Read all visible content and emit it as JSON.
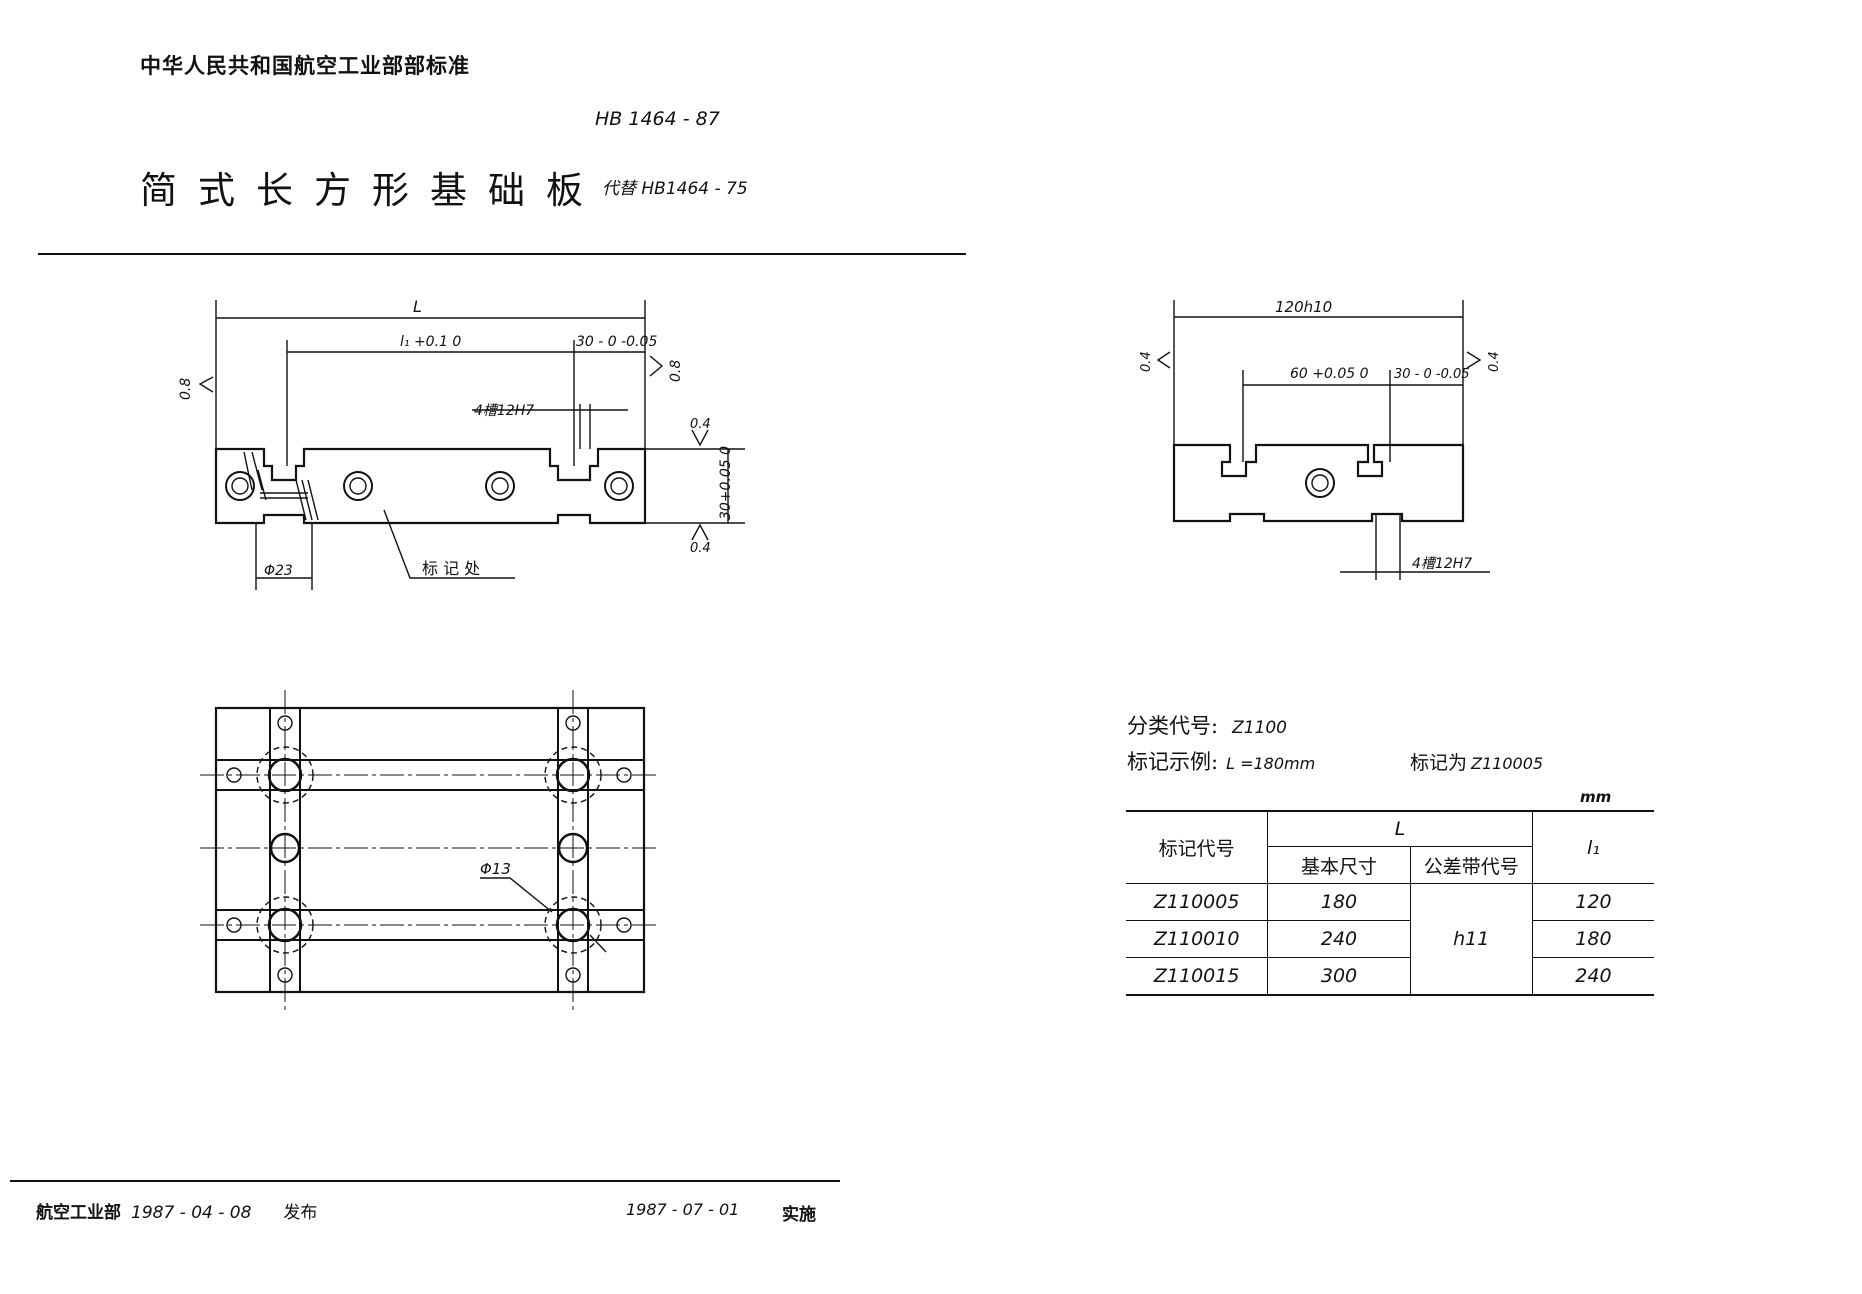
{
  "header": {
    "organization": "中华人民共和国航空工业部部标准",
    "standard_code": "HB 1464 - 87",
    "title": "简式长方形基础板",
    "replaces": "代替 HB1464 - 75"
  },
  "drawing_front": {
    "dim_L": "L",
    "dim_l1": "l₁ +0.1 0",
    "dim_30_tol": "30 - 0 -0.05",
    "slot_note": "4槽12H7",
    "dim_30_height": "30+0.05 0",
    "roughness_a": "0.8",
    "roughness_b": "0.8",
    "roughness_c": "0.4",
    "roughness_d": "0.4",
    "dim_phi23": "Φ23",
    "mark_label": "标 记 处"
  },
  "drawing_plan": {
    "dim_phi13": "Φ13"
  },
  "drawing_side": {
    "dim_width": "120h10",
    "dim_60": "60 +0.05 0",
    "dim_30": "30 - 0 -0.05",
    "roughness_left": "0.4",
    "roughness_right": "0.4",
    "slot_note": "4槽12H7"
  },
  "classification": {
    "label": "分类代号:",
    "code": "Z1100"
  },
  "marking_example": {
    "label": "标记示例:",
    "value": "L =180mm",
    "marking_label": "标记为",
    "marking_value": "Z110005"
  },
  "table": {
    "unit": "mm",
    "headers": {
      "code": "标记代号",
      "L": "L",
      "basic": "基本尺寸",
      "tolerance": "公差带代号",
      "l1": "l₁"
    },
    "tolerance_value": "h11",
    "rows": [
      {
        "code": "Z110005",
        "L": "180",
        "l1": "120"
      },
      {
        "code": "Z110010",
        "L": "240",
        "l1": "180"
      },
      {
        "code": "Z110015",
        "L": "300",
        "l1": "240"
      }
    ]
  },
  "footer": {
    "issuer": "航空工业部",
    "issue_date": "1987 - 04 - 08",
    "issued": "发布",
    "effective_date": "1987 - 07 - 01",
    "effective": "实施"
  }
}
